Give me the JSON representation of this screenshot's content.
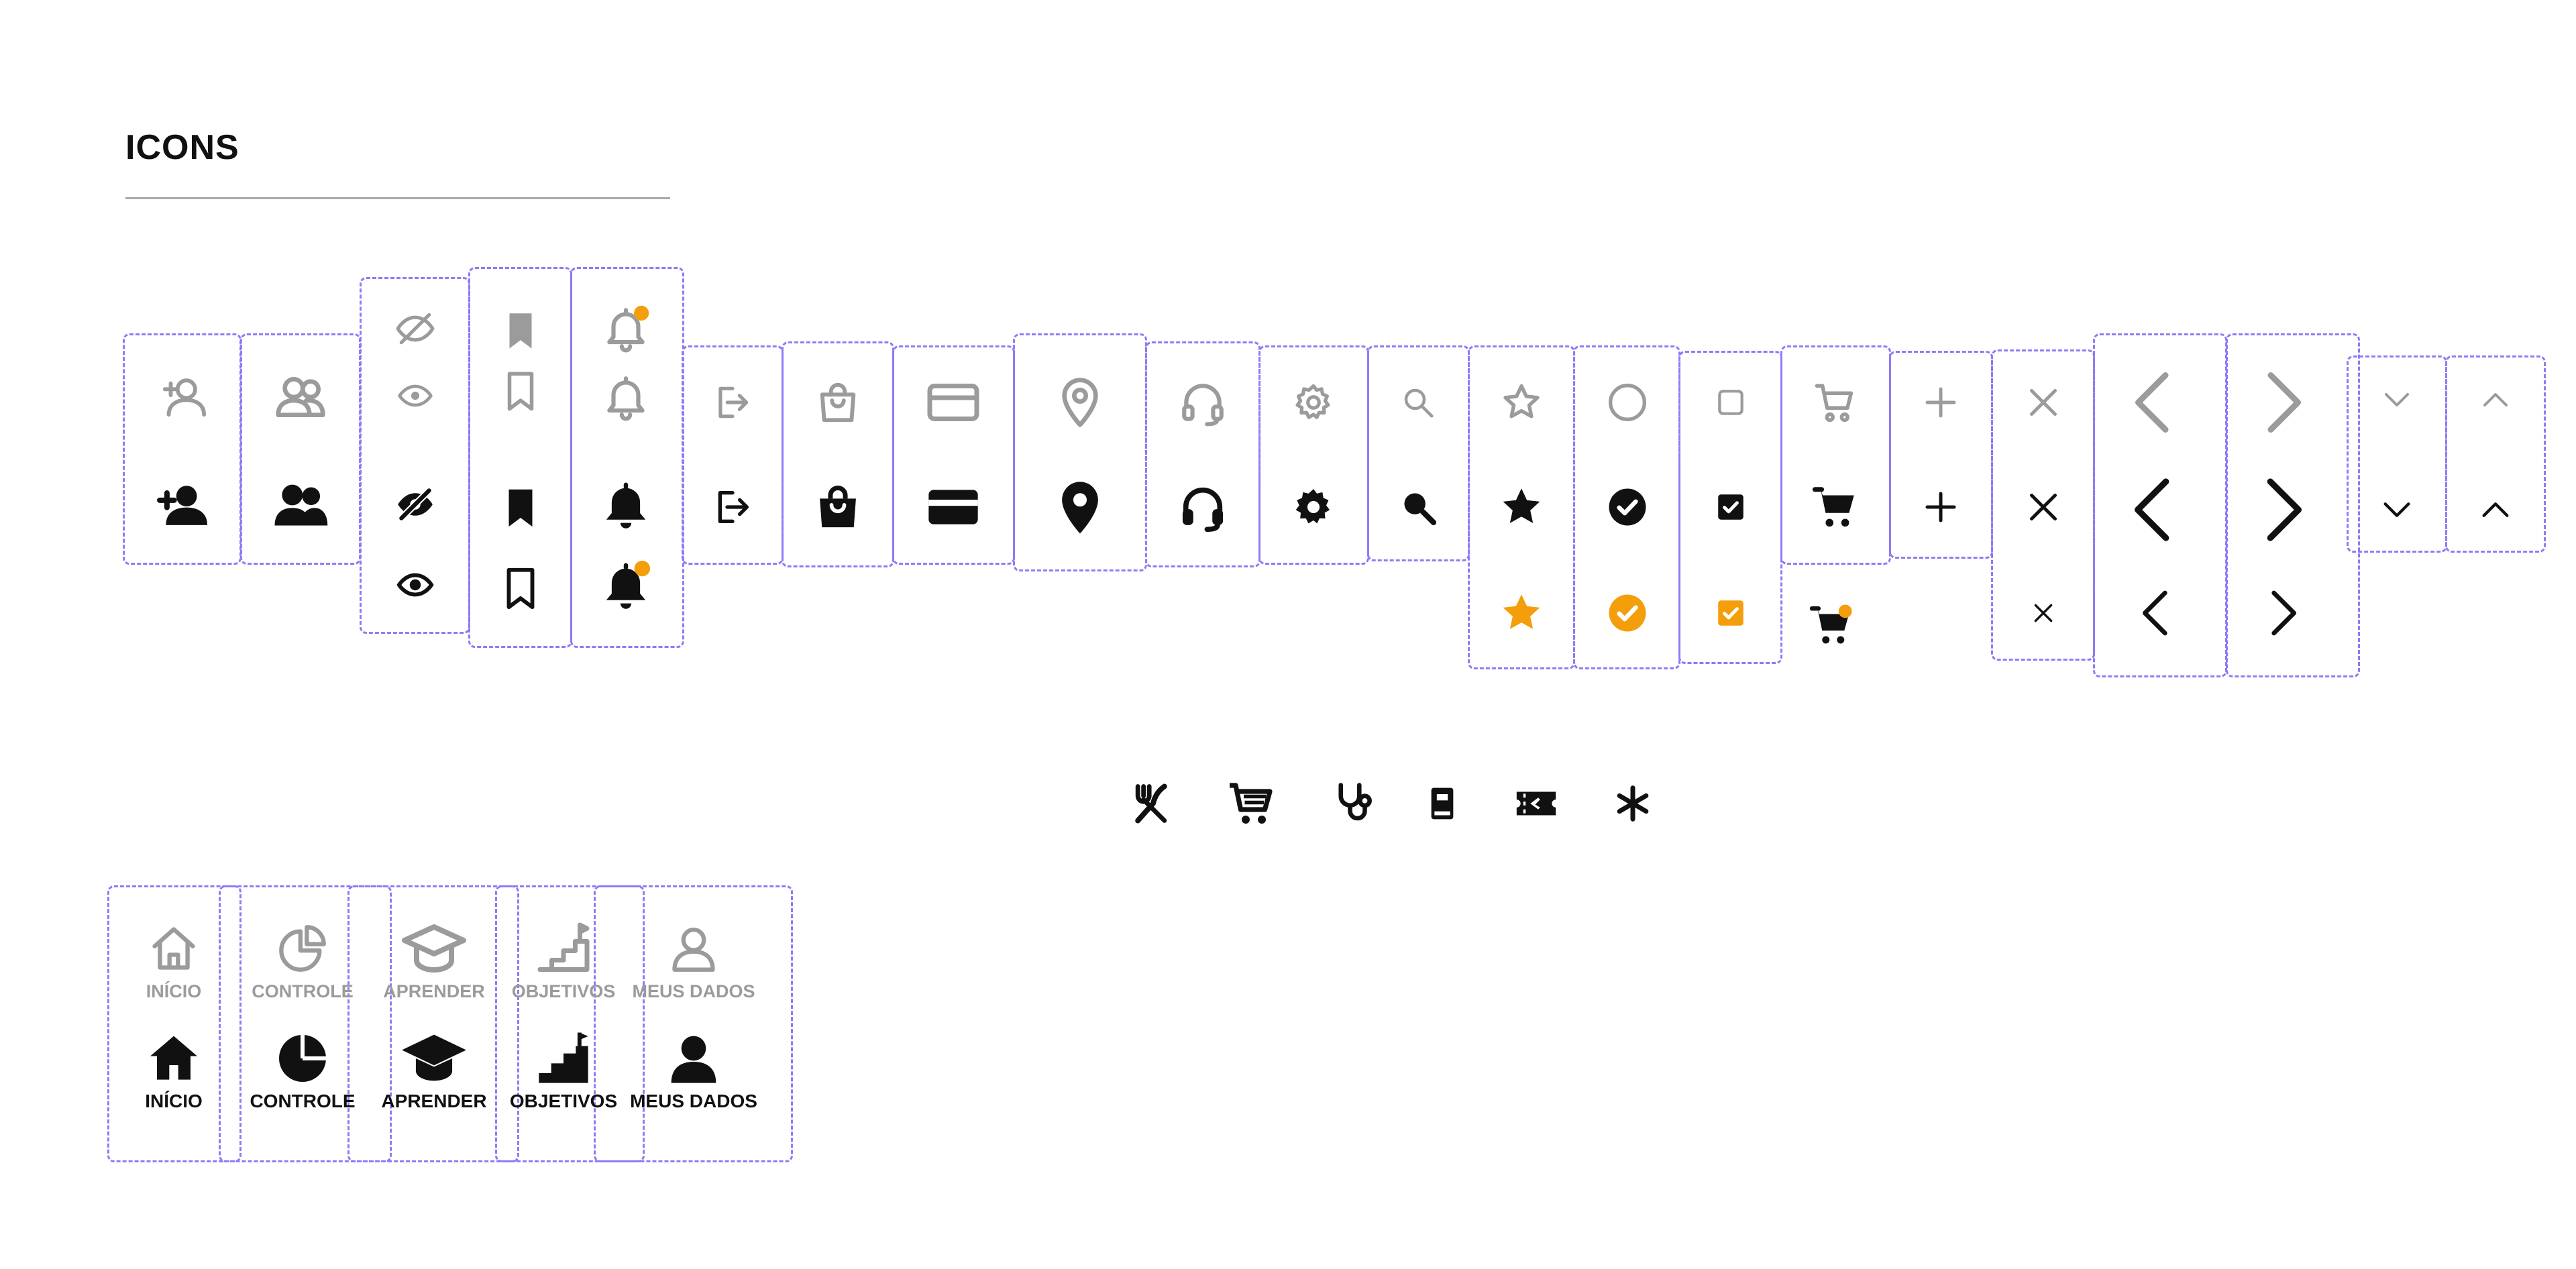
{
  "page": {
    "title": "ICONS",
    "colors": {
      "inactive": "#9b9b9b",
      "active": "#111111",
      "accent": "#f59e0b",
      "frame": "#8b7cf6"
    }
  },
  "icon_sets": [
    {
      "name": "add-user",
      "variants": [
        "add-user-outline-icon",
        "add-user-filled-icon"
      ]
    },
    {
      "name": "users",
      "variants": [
        "users-outline-icon",
        "users-filled-icon"
      ]
    },
    {
      "name": "visibility",
      "variants": [
        "eye-off-outline-icon",
        "eye-outline-icon",
        "eye-off-filled-icon",
        "eye-filled-icon"
      ]
    },
    {
      "name": "bookmark",
      "variants": [
        "bookmark-filled-gray-icon",
        "bookmark-outline-gray-icon",
        "bookmark-filled-icon",
        "bookmark-outline-icon"
      ]
    },
    {
      "name": "notification",
      "variants": [
        "bell-badge-outline-icon",
        "bell-outline-icon",
        "bell-filled-icon",
        "bell-badge-filled-icon"
      ]
    },
    {
      "name": "logout",
      "variants": [
        "logout-outline-icon",
        "logout-icon"
      ]
    },
    {
      "name": "shopping-bag",
      "variants": [
        "bag-outline-icon",
        "bag-filled-icon"
      ]
    },
    {
      "name": "credit-card",
      "variants": [
        "card-outline-icon",
        "card-filled-icon"
      ]
    },
    {
      "name": "location",
      "variants": [
        "location-pin-outline-icon",
        "location-pin-filled-icon"
      ]
    },
    {
      "name": "support",
      "variants": [
        "headset-outline-icon",
        "headset-filled-icon"
      ]
    },
    {
      "name": "settings",
      "variants": [
        "gear-outline-icon",
        "gear-filled-icon"
      ]
    },
    {
      "name": "search",
      "variants": [
        "search-outline-icon",
        "search-filled-icon"
      ]
    },
    {
      "name": "rating",
      "variants": [
        "star-outline-icon",
        "star-filled-icon",
        "star-accent-icon"
      ]
    },
    {
      "name": "check-circle",
      "variants": [
        "circle-outline-icon",
        "check-circle-filled-icon",
        "check-circle-accent-icon"
      ]
    },
    {
      "name": "checkbox",
      "variants": [
        "checkbox-empty-icon",
        "checkbox-checked-icon",
        "checkbox-checked-accent-icon"
      ]
    },
    {
      "name": "cart",
      "variants": [
        "cart-outline-icon",
        "cart-filled-icon",
        "cart-badge-icon"
      ]
    },
    {
      "name": "plus",
      "variants": [
        "plus-gray-icon",
        "plus-icon"
      ]
    },
    {
      "name": "close",
      "variants": [
        "close-gray-icon",
        "close-large-icon",
        "close-small-icon"
      ]
    },
    {
      "name": "chevron-left",
      "variants": [
        "chevron-left-gray-icon",
        "chevron-left-large-icon",
        "chevron-left-small-icon"
      ]
    },
    {
      "name": "chevron-right",
      "variants": [
        "chevron-right-gray-icon",
        "chevron-right-large-icon",
        "chevron-right-small-icon"
      ]
    },
    {
      "name": "chevron-down",
      "variants": [
        "chevron-down-gray-icon",
        "chevron-down-icon"
      ]
    },
    {
      "name": "chevron-up",
      "variants": [
        "chevron-up-gray-icon",
        "chevron-up-icon"
      ]
    }
  ],
  "category_icons": [
    "restaurant-icon",
    "grocery-cart-icon",
    "stethoscope-icon",
    "book-icon",
    "ticket-icon",
    "asterisk-icon"
  ],
  "nav": {
    "items": [
      {
        "id": "inicio",
        "label": "INÍCIO",
        "icon": "home-icon"
      },
      {
        "id": "controle",
        "label": "CONTROLE",
        "icon": "pie-chart-icon"
      },
      {
        "id": "aprender",
        "label": "APRENDER",
        "icon": "graduation-cap-icon"
      },
      {
        "id": "objetivos",
        "label": "OBJETIVOS",
        "icon": "stairs-flag-icon"
      },
      {
        "id": "meus-dados",
        "label": "MEUS DADOS",
        "icon": "profile-icon"
      }
    ]
  }
}
